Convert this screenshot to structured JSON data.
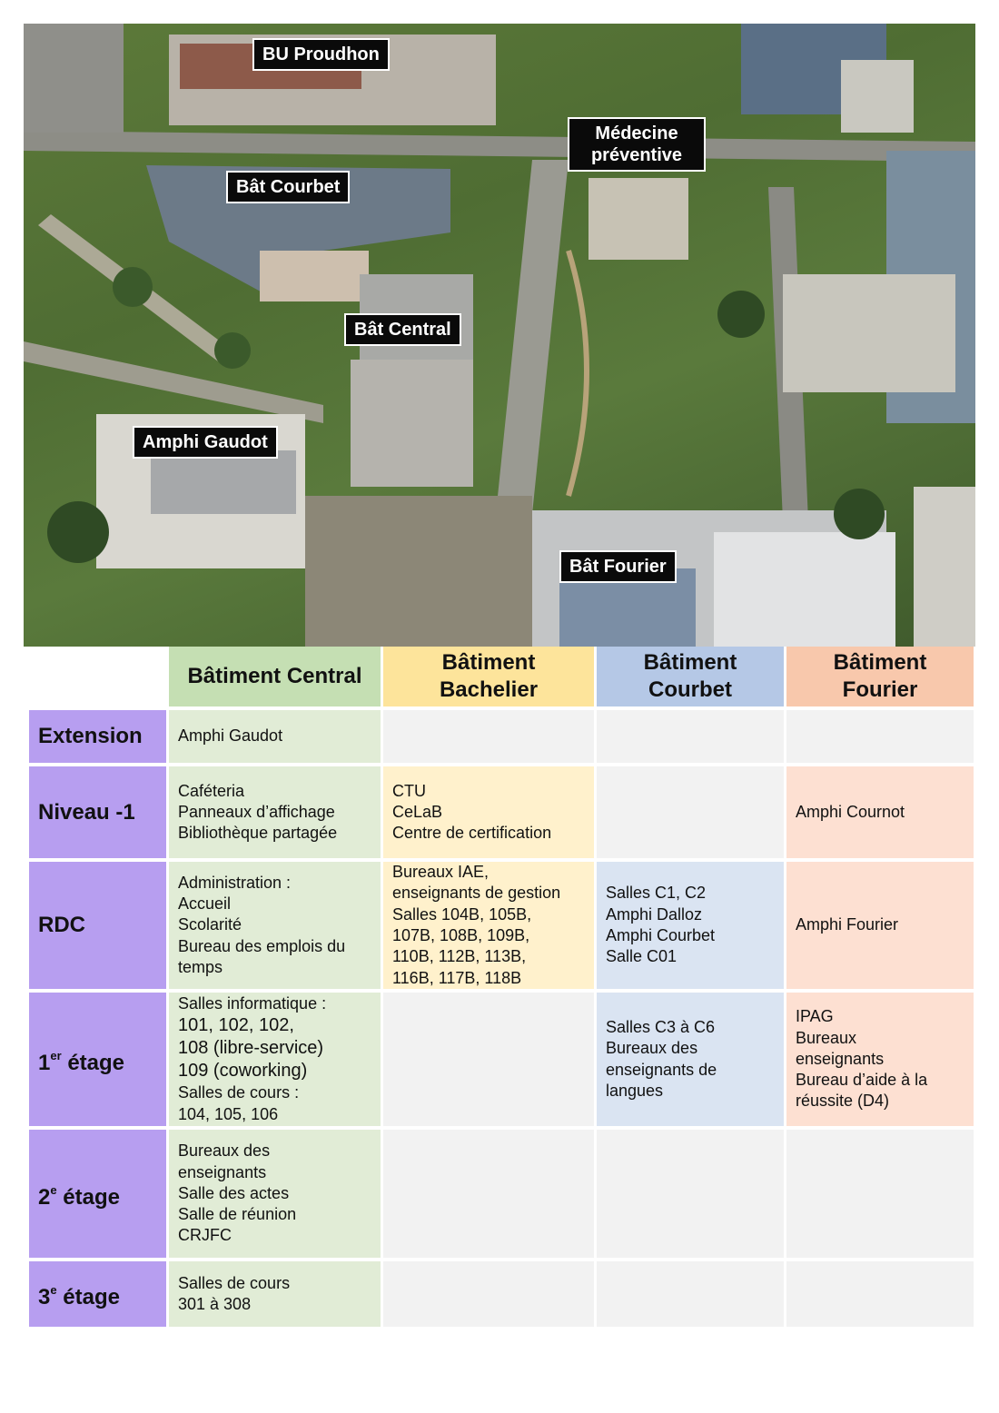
{
  "map": {
    "labels": {
      "bu_proudhon": "BU Proudhon",
      "medecine_line1": "Médecine",
      "medecine_line2": "préventive",
      "bat_courbet": "Bât Courbet",
      "bat_central": "Bât Central",
      "amphi_gaudot": "Amphi Gaudot",
      "bat_fourier": "Bât Fourier"
    }
  },
  "table": {
    "columns": {
      "central": "Bâtiment Central",
      "bachelier_line1": "Bâtiment",
      "bachelier_line2": "Bachelier",
      "courbet_line1": "Bâtiment",
      "courbet_line2": "Courbet",
      "fourier_line1": "Bâtiment",
      "fourier_line2": "Fourier"
    },
    "rows": {
      "extension": {
        "label": "Extension",
        "central": [
          "Amphi Gaudot"
        ]
      },
      "niveau_m1": {
        "label": "Niveau -1",
        "central": [
          "Caféteria",
          "Panneaux d’affichage",
          "Bibliothèque partagée"
        ],
        "bachelier": [
          "CTU",
          "CeLaB",
          "Centre de certification"
        ],
        "fourier": [
          "Amphi Cournot"
        ]
      },
      "rdc": {
        "label": "RDC",
        "central": [
          "Administration :",
          "Accueil",
          "Scolarité",
          "Bureau des emplois du",
          "temps"
        ],
        "bachelier": [
          "Bureaux IAE,",
          "enseignants de gestion",
          "Salles 104B, 105B,",
          "107B, 108B, 109B,",
          "110B, 112B, 113B,",
          "116B, 117B, 118B"
        ],
        "courbet": [
          "Salles C1, C2",
          "Amphi Dalloz",
          "Amphi Courbet",
          "Salle C01"
        ],
        "fourier": [
          "Amphi Fourier"
        ]
      },
      "etage1": {
        "label_num": "1",
        "label_sup": "er",
        "label_word": " étage",
        "central": [
          "Salles informatique :",
          "101, 102, 102,",
          "108 (libre-service)",
          "109 (coworking)",
          "Salles de cours :",
          "104, 105, 106"
        ],
        "courbet": [
          "Salles C3 à C6",
          "Bureaux des",
          "enseignants de",
          "langues"
        ],
        "fourier": [
          "IPAG",
          "Bureaux",
          "enseignants",
          "Bureau d’aide à la",
          "réussite (D4)"
        ]
      },
      "etage2": {
        "label_num": "2",
        "label_sup": "e",
        "label_word": " étage",
        "central": [
          "Bureaux des",
          "enseignants",
          "Salle des actes",
          "Salle de réunion",
          "CRJFC"
        ]
      },
      "etage3": {
        "label_num": "3",
        "label_sup": "e",
        "label_word": " étage",
        "central": [
          "Salles de cours",
          "301 à 308"
        ]
      }
    }
  }
}
